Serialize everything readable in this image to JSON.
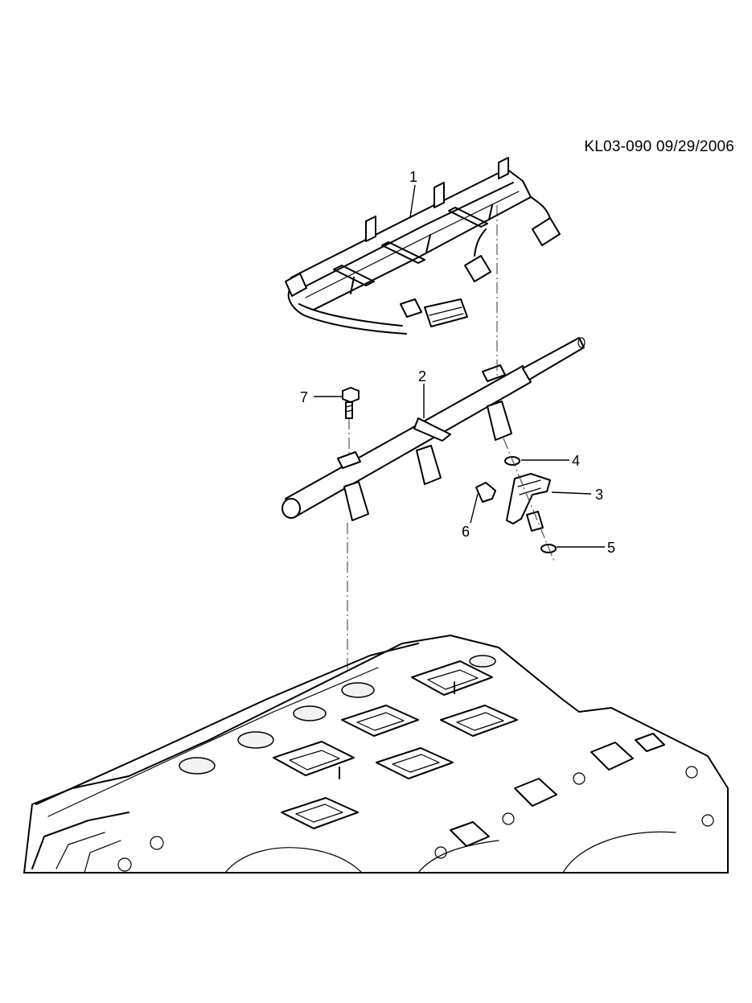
{
  "diagram": {
    "reference": "KL03-090  09/29/2006",
    "callouts": [
      {
        "id": "callout-1",
        "label": "1"
      },
      {
        "id": "callout-2",
        "label": "2"
      },
      {
        "id": "callout-3",
        "label": "3"
      },
      {
        "id": "callout-4",
        "label": "4"
      },
      {
        "id": "callout-5",
        "label": "5"
      },
      {
        "id": "callout-6",
        "label": "6"
      },
      {
        "id": "callout-7",
        "label": "7"
      }
    ],
    "colors": {
      "line": "#000000",
      "background": "#ffffff"
    }
  }
}
